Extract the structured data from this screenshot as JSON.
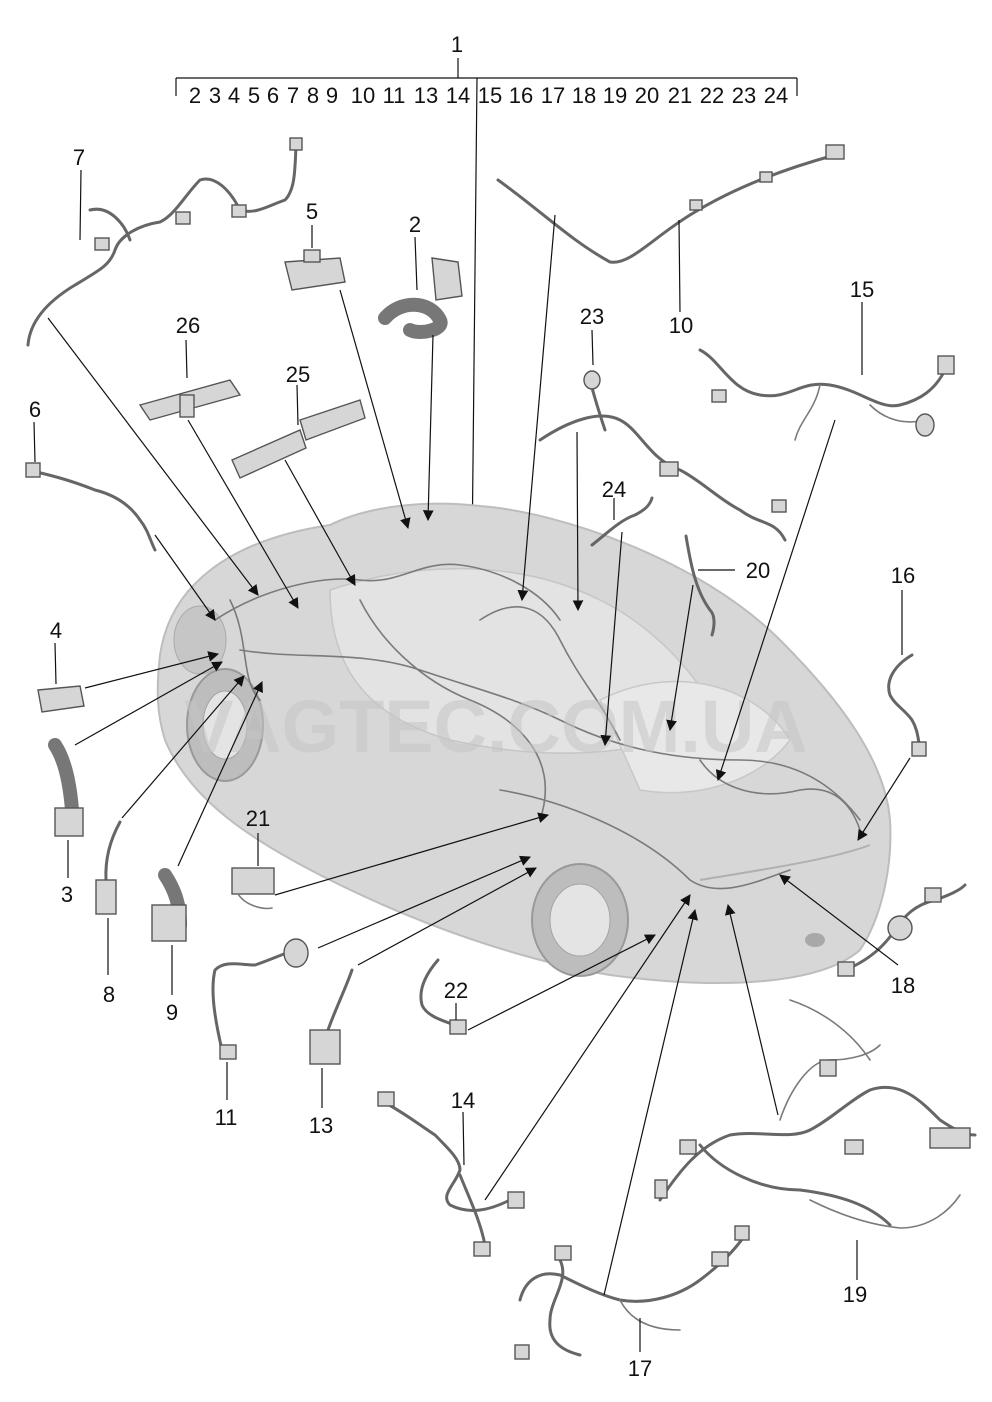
{
  "bracket": {
    "top_label": "1",
    "sub_labels": [
      "2",
      "3",
      "4",
      "5",
      "6",
      "7",
      "8",
      "9",
      "10",
      "11",
      "13",
      "14",
      "15",
      "16",
      "17",
      "18",
      "19",
      "20",
      "21",
      "22",
      "23",
      "24"
    ]
  },
  "callouts": {
    "c2": "2",
    "c3": "3",
    "c4": "4",
    "c5": "5",
    "c6": "6",
    "c7": "7",
    "c8": "8",
    "c9": "9",
    "c10": "10",
    "c11": "11",
    "c13": "13",
    "c14": "14",
    "c15": "15",
    "c16": "16",
    "c17": "17",
    "c18": "18",
    "c19": "19",
    "c20": "20",
    "c21": "21",
    "c22": "22",
    "c23": "23",
    "c24": "24",
    "c25": "25",
    "c26": "26"
  },
  "watermark": "VAGTEC.COM.UA"
}
